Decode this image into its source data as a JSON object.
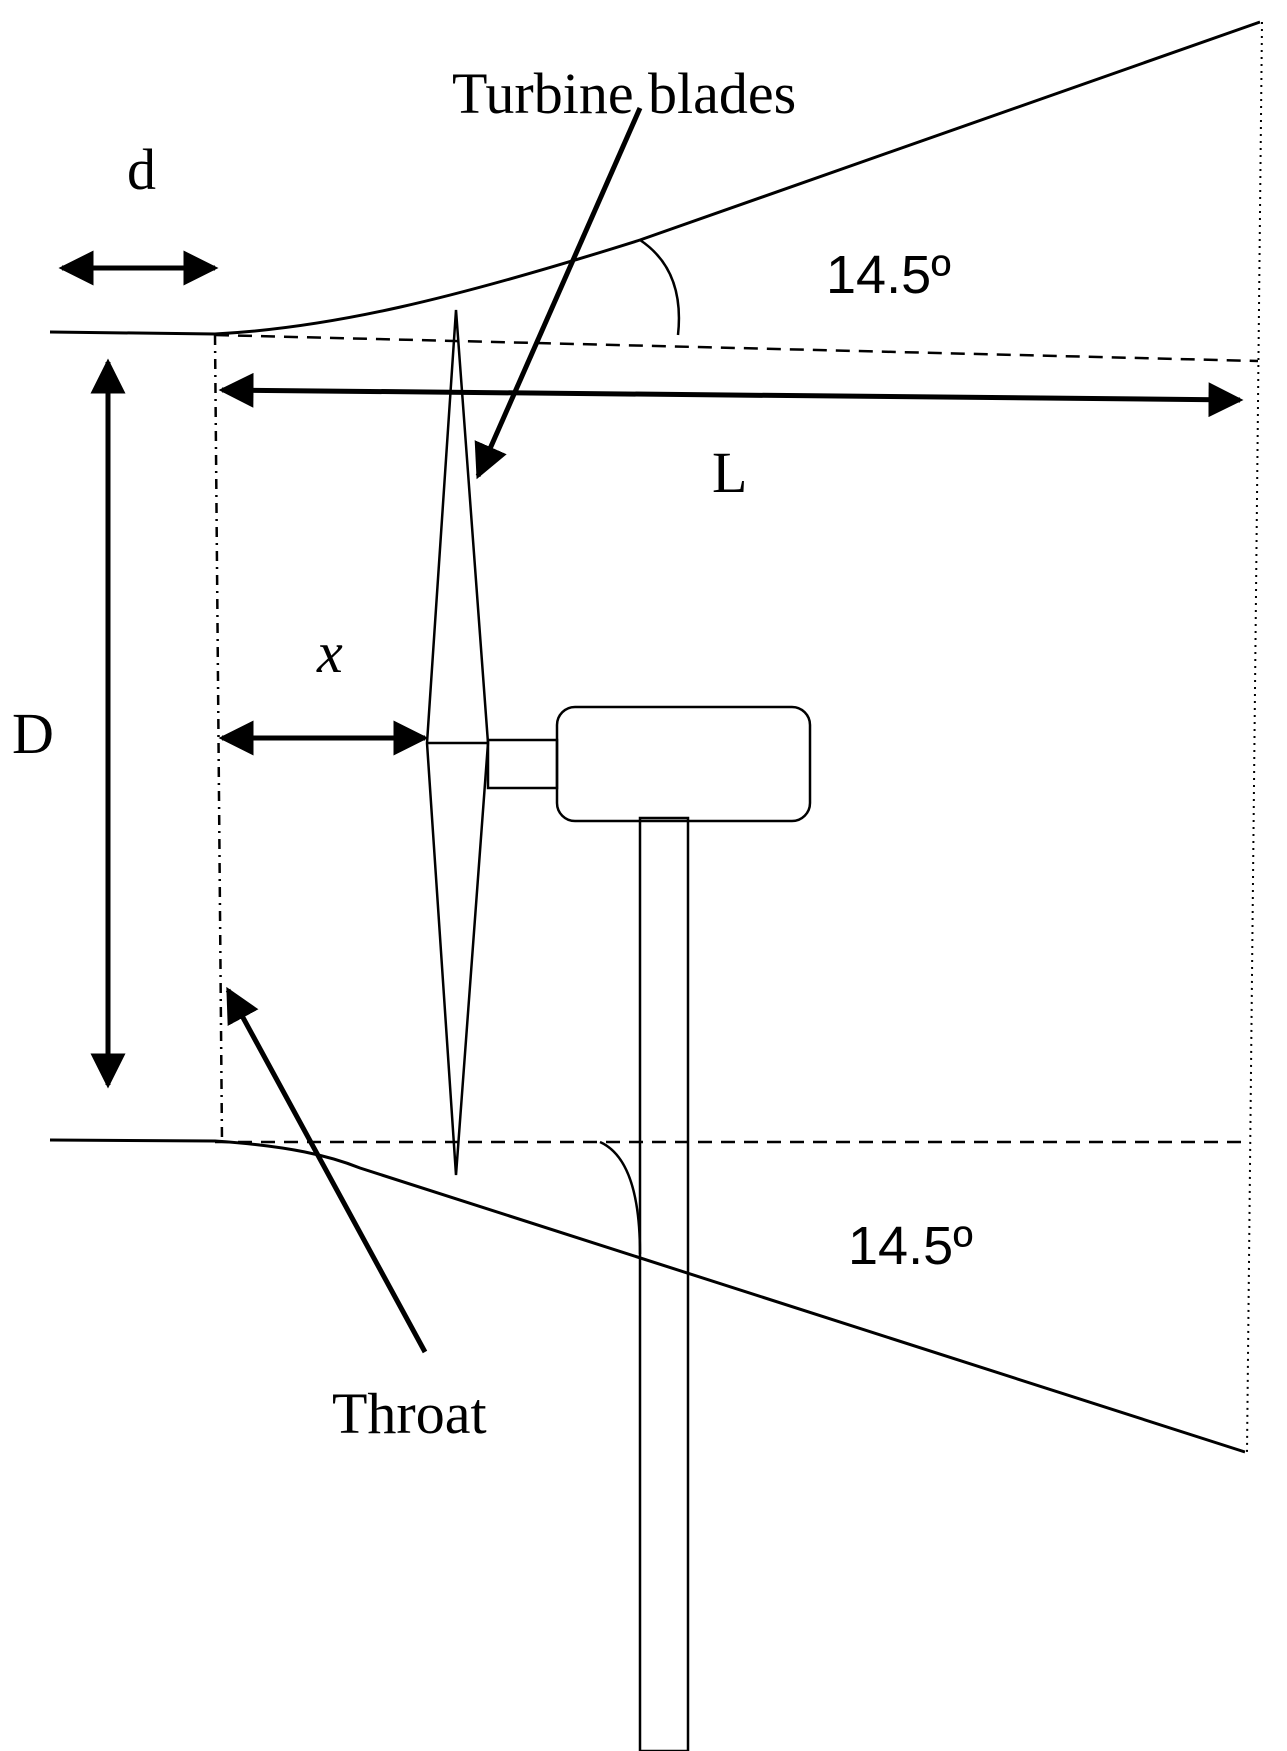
{
  "labels": {
    "turbine_blades": "Turbine blades",
    "throat": "Throat",
    "d": "d",
    "D": "D",
    "L": "L",
    "x": "x",
    "angle_top": "14.5º",
    "angle_bottom": "14.5º"
  }
}
